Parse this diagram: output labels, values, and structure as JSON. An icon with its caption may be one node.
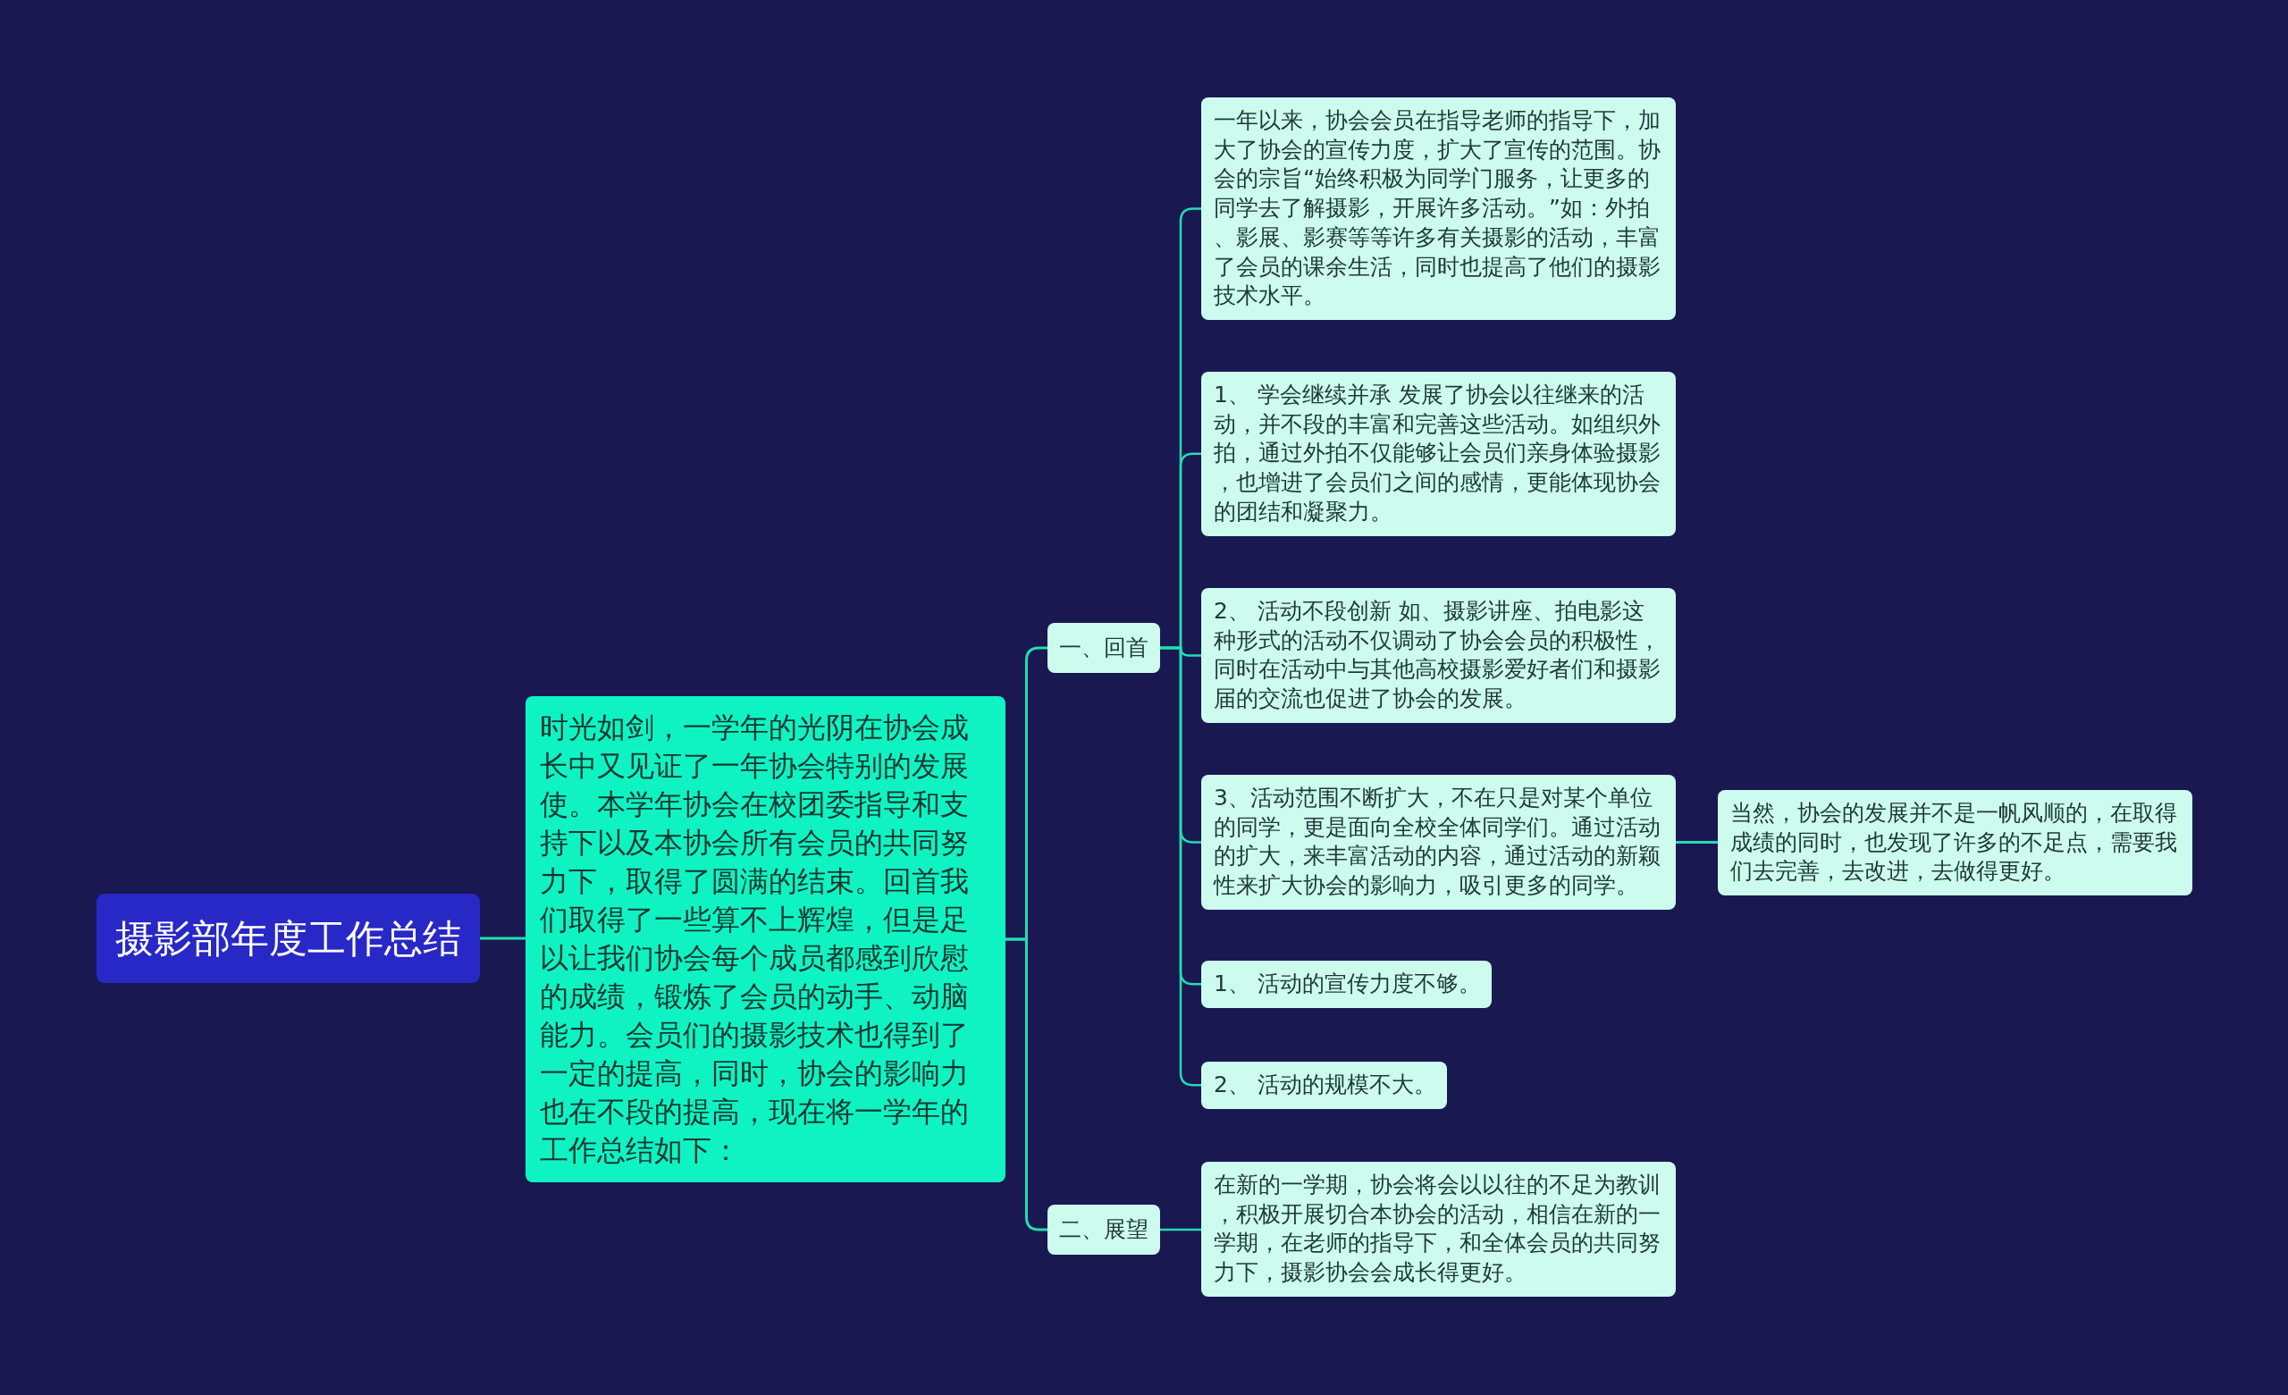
{
  "diagram": {
    "nodes": [
      {
        "text": [
          "摄影部年度工作总结"
        ]
      },
      {
        "text": [
          "时光如剑，一学年的光阴在协会成长中又见证了一年协会特别的发展使。本学年协会在校团委指导和支持下以及本协会所有会员的共同努力下，取得了圆满的结束。回首我们取得了一些算不上辉煌，但是足以让我们协会每个成员都感到欣慰的成绩，锻炼了会员的动手、动脑能力。会员们的摄影技术也得到了一定的提高，同时，协会的影响力也在不段的提高，现在将一学年的工作总结如下："
        ]
      },
      {
        "text": [
          "一、回首"
        ]
      },
      {
        "text": [
          "二、展望"
        ]
      },
      {
        "text": [
          "一年以来，协会会员在指导老师的指导下，加大了协会的宣传力度，扩大了宣传的范围。协会的宗旨“始终积极为同学门服务，让更多的同学去了解摄影，开展许多活动。”如：外拍、影展、影赛等等许多有关摄影的活动，丰富了会员的课余生活，同时也提高了他们的摄影技术水平。"
        ]
      },
      {
        "text": [
          "1、 学会继续并承 发展了协会以往继来的活动，并不段的丰富和完善这些活动。如组织外拍，通过外拍不仅能够让会员们亲身体验摄影，也增进了会员们之间的感情，更能体现协会的团结和凝聚力。"
        ]
      },
      {
        "text": [
          "2、 活动不段创新 如、摄影讲座、拍电影这种形式的活动不仅调动了协会会员的积极性，同时在活动中与其他高校摄影爱好者们和摄影届的交流也促进了协会的发展。"
        ]
      },
      {
        "text": [
          "3、活动范围不断扩大，不在只是对某个单位的同学，更是面向全校全体同学们。通过活动的扩大，来丰富活动的内容，通过活动的新颖性来扩大协会的影响力，吸引更多的同学。"
        ]
      },
      {
        "text": [
          "1、 活动的宣传力度不够。"
        ]
      },
      {
        "text": [
          "2、 活动的规模不大。"
        ]
      },
      {
        "text": [
          "在新的一学期，协会将会以以往的不足为教训，积极开展切合本协会的活动，相信在新的一学期，在老师的指导下，和全体会员的共同努力下，摄影协会会成长得更好。"
        ]
      },
      {
        "text": [
          "当然，协会的发展并不是一帆风顺的，在取得成绩的同时，也发现了许多的不足点，需要我们去完善，去改进，去做得更好。"
        ]
      }
    ],
    "edges": [
      {
        "from": 0,
        "to": 1,
        "arrow": "none"
      },
      {
        "from": 1,
        "to": 2,
        "arrow": "none"
      },
      {
        "from": 1,
        "to": 3,
        "arrow": "none"
      },
      {
        "from": 2,
        "to": 4,
        "arrow": "none"
      },
      {
        "from": 2,
        "to": 5,
        "arrow": "none"
      },
      {
        "from": 2,
        "to": 6,
        "arrow": "none"
      },
      {
        "from": 2,
        "to": 7,
        "arrow": "none"
      },
      {
        "from": 2,
        "to": 8,
        "arrow": "none"
      },
      {
        "from": 2,
        "to": 9,
        "arrow": "none"
      },
      {
        "from": 3,
        "to": 10,
        "arrow": "none"
      },
      {
        "from": 7,
        "to": 11,
        "arrow": "none"
      }
    ]
  }
}
